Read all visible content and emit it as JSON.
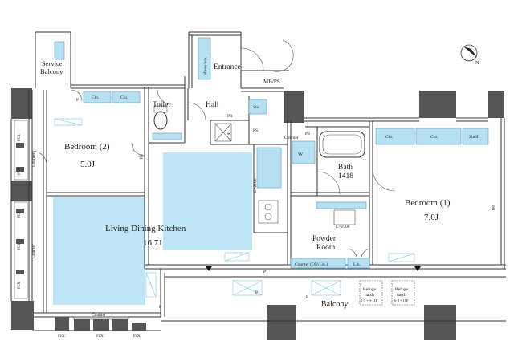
{
  "rooms": {
    "service_balcony": [
      "Service",
      "Balcony"
    ],
    "toilet": "Toilet",
    "hall": "Hall",
    "entrance": "Entrance",
    "mbps": "MB/PS",
    "bedroom2": "Bedroom (2)",
    "bedroom2_size": "5.0J",
    "ldk": "Living Dining Kitchen",
    "ldk_size": "16.7J",
    "bath": "Bath",
    "bath_size": "1418",
    "bedroom1": "Bedroom (1)",
    "bedroom1_size": "7.0J",
    "powder_room": [
      "Powder",
      "Room"
    ],
    "balcony": "Balcony"
  },
  "labels": {
    "clo": "Clo.",
    "shelf": "Shelf",
    "shoes_box": "Shoes box",
    "sto": "Sto.",
    "ps": "PS",
    "w": "W",
    "r": "R",
    "pr": "PR",
    "p": "P",
    "fix": "FIX",
    "counter": "Counter",
    "counter_dnlin": "Counter (DN/Lin.)",
    "lin": "Lin.",
    "l2100": "L=2100",
    "l1500": "L=1500",
    "refuge_hatch": [
      "Refuge",
      "hatch"
    ],
    "hatch_floors_a": "5-7・9-11F",
    "hatch_floors_b": "6-8・10F",
    "north": "N"
  },
  "colors": {
    "storage": "#b7e1f3",
    "floor_highlight": "#bfe6f6",
    "wall": "#555555"
  }
}
